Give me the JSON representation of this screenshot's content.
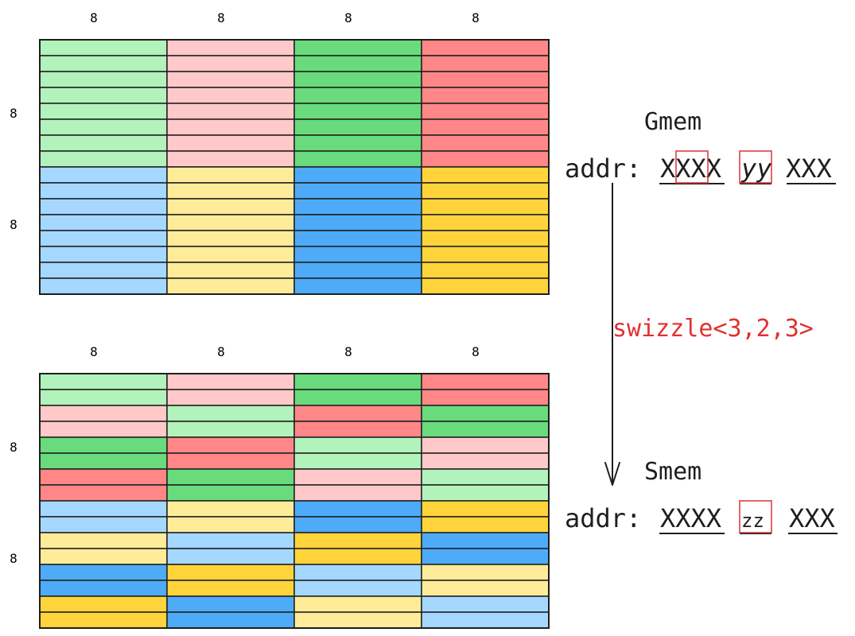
{
  "colors": {
    "light_green": "#b2f2bb",
    "light_red": "#ffc9c9",
    "green": "#69db7c",
    "red": "#ff8787",
    "light_blue": "#a5d8ff",
    "light_yellow": "#ffec99",
    "blue": "#4dabf7",
    "yellow": "#ffd43b",
    "annotation_red": "#e03131",
    "line": "#1e1e1e"
  },
  "top_grid": {
    "column_labels": [
      "8",
      "8",
      "8",
      "8"
    ],
    "row_labels": [
      "8",
      "8"
    ],
    "rows": [
      [
        "light_green",
        "light_red",
        "green",
        "red"
      ],
      [
        "light_green",
        "light_red",
        "green",
        "red"
      ],
      [
        "light_green",
        "light_red",
        "green",
        "red"
      ],
      [
        "light_green",
        "light_red",
        "green",
        "red"
      ],
      [
        "light_green",
        "light_red",
        "green",
        "red"
      ],
      [
        "light_green",
        "light_red",
        "green",
        "red"
      ],
      [
        "light_green",
        "light_red",
        "green",
        "red"
      ],
      [
        "light_green",
        "light_red",
        "green",
        "red"
      ],
      [
        "light_blue",
        "light_yellow",
        "blue",
        "yellow"
      ],
      [
        "light_blue",
        "light_yellow",
        "blue",
        "yellow"
      ],
      [
        "light_blue",
        "light_yellow",
        "blue",
        "yellow"
      ],
      [
        "light_blue",
        "light_yellow",
        "blue",
        "yellow"
      ],
      [
        "light_blue",
        "light_yellow",
        "blue",
        "yellow"
      ],
      [
        "light_blue",
        "light_yellow",
        "blue",
        "yellow"
      ],
      [
        "light_blue",
        "light_yellow",
        "blue",
        "yellow"
      ],
      [
        "light_blue",
        "light_yellow",
        "blue",
        "yellow"
      ]
    ]
  },
  "bottom_grid": {
    "column_labels": [
      "8",
      "8",
      "8",
      "8"
    ],
    "row_labels": [
      "8",
      "8"
    ],
    "rows": [
      [
        "light_green",
        "light_red",
        "green",
        "red"
      ],
      [
        "light_green",
        "light_red",
        "green",
        "red"
      ],
      [
        "light_red",
        "light_green",
        "red",
        "green"
      ],
      [
        "light_red",
        "light_green",
        "red",
        "green"
      ],
      [
        "green",
        "red",
        "light_green",
        "light_red"
      ],
      [
        "green",
        "red",
        "light_green",
        "light_red"
      ],
      [
        "red",
        "green",
        "light_red",
        "light_green"
      ],
      [
        "red",
        "green",
        "light_red",
        "light_green"
      ],
      [
        "light_blue",
        "light_yellow",
        "blue",
        "yellow"
      ],
      [
        "light_blue",
        "light_yellow",
        "blue",
        "yellow"
      ],
      [
        "light_yellow",
        "light_blue",
        "yellow",
        "blue"
      ],
      [
        "light_yellow",
        "light_blue",
        "yellow",
        "blue"
      ],
      [
        "blue",
        "yellow",
        "light_blue",
        "light_yellow"
      ],
      [
        "blue",
        "yellow",
        "light_blue",
        "light_yellow"
      ],
      [
        "yellow",
        "blue",
        "light_yellow",
        "light_blue"
      ],
      [
        "yellow",
        "blue",
        "light_yellow",
        "light_blue"
      ]
    ]
  },
  "gmem": {
    "title": "Gmem",
    "prefix": "addr:",
    "groups": [
      "XXXX",
      "yy",
      "XXX"
    ]
  },
  "transform": {
    "label": "swizzle<3,2,3>"
  },
  "smem": {
    "title": "Smem",
    "prefix": "addr:",
    "groups": [
      "XXXX",
      "zz",
      "XXX"
    ]
  }
}
